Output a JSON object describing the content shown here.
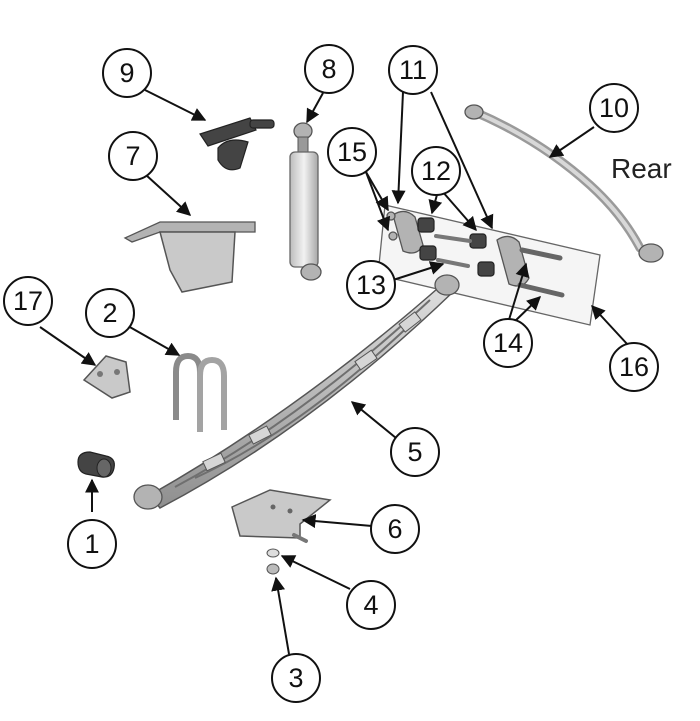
{
  "diagram": {
    "side_label": "Rear",
    "callouts": [
      "1",
      "2",
      "3",
      "4",
      "5",
      "6",
      "7",
      "8",
      "9",
      "10",
      "11",
      "12",
      "13",
      "14",
      "15",
      "16",
      "17"
    ]
  }
}
